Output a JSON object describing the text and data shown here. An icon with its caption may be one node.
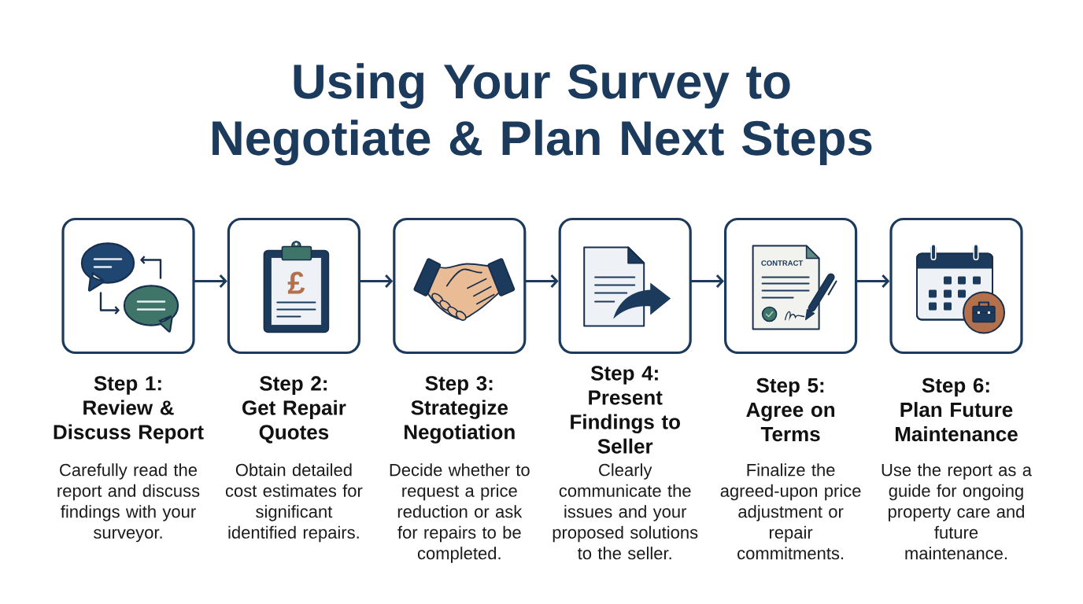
{
  "diagram": {
    "title": "Using Your Survey to Negotiate & Plan Next Steps",
    "nodes": [
      {
        "text": [
          "Step 1: Review & Discuss Report",
          "Carefully read the report and discuss findings with your surveyor."
        ]
      },
      {
        "text": [
          "Step 2: Get Repair Quotes",
          "Obtain detailed cost estimates for significant identified repairs."
        ]
      },
      {
        "text": [
          "Step 3: Strategize Negotiation",
          "Decide whether to request a price reduction or ask for repairs to be completed."
        ]
      },
      {
        "text": [
          "Step 4: Present Findings to Seller",
          "Clearly communicate the issues and your proposed solutions to the seller."
        ]
      },
      {
        "text": [
          "Step 5: Agree on Terms",
          "Finalize the agreed-upon price adjustment or repair commitments."
        ]
      },
      {
        "text": [
          "Step 6: Plan Future Maintenance",
          "Use the report as a guide for ongoing property care and future maintenance."
        ]
      }
    ],
    "edges": [
      {
        "from": 0,
        "to": 1,
        "arrow": "to"
      },
      {
        "from": 1,
        "to": 2,
        "arrow": "to"
      },
      {
        "from": 2,
        "to": 3,
        "arrow": "to"
      },
      {
        "from": 3,
        "to": 4,
        "arrow": "to"
      },
      {
        "from": 4,
        "to": 5,
        "arrow": "to"
      }
    ],
    "labels": [
      "£",
      "CONTRACT"
    ]
  }
}
